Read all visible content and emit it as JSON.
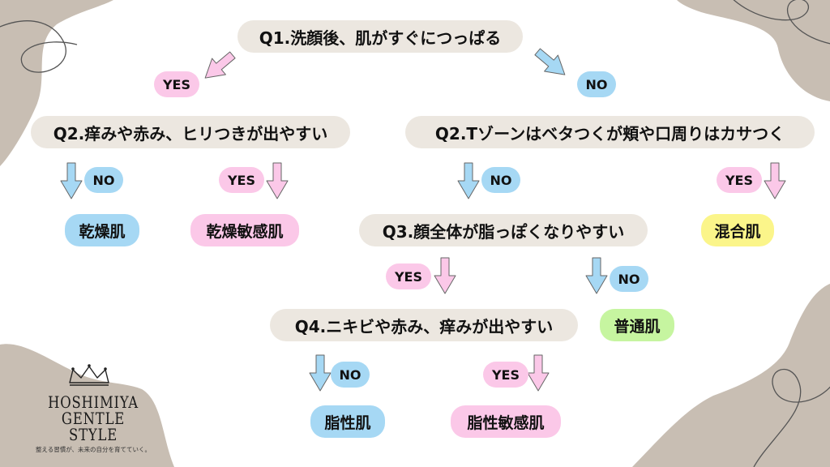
{
  "questions": {
    "q1": "Q1.洗顔後、肌がすぐにつっぱる",
    "q2a": "Q2.痒みや赤み、ヒリつきが出やすい",
    "q2b": "Q2.Tゾーンはベタつくが頬や口周りはカサつく",
    "q3": "Q3.顔全体が脂っぽくなりやすい",
    "q4": "Q4.ニキビや赤み、痒みが出やすい"
  },
  "answers": {
    "yes": "YES",
    "no": "NO"
  },
  "results": {
    "dry": "乾燥肌",
    "dry_sensitive": "乾燥敏感肌",
    "combination": "混合肌",
    "normal": "普通肌",
    "oily": "脂性肌",
    "oily_sensitive": "脂性敏感肌"
  },
  "colors": {
    "question_bg": "#ece7e0",
    "yes_pink": "#fbc8e8",
    "no_blue": "#a6d8f4",
    "combination_yellow": "#fbf58a",
    "normal_green": "#c6f5a0",
    "corner_shape": "#c8beb3"
  },
  "logo": {
    "line1": "HOSHIMIYA",
    "line2": "GENTLE",
    "line3": "STYLE",
    "tagline": "整える習慣が、未来の自分を育てていく。",
    "icon": "crown-icon"
  }
}
